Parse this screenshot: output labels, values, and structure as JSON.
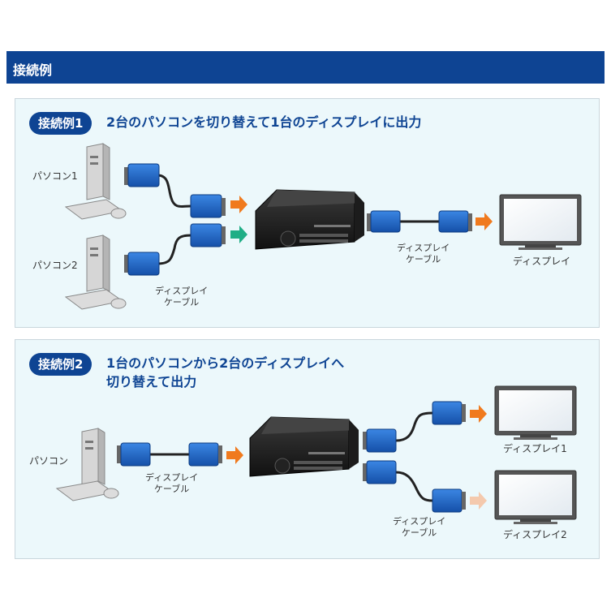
{
  "header": {
    "title": "接続例"
  },
  "example1": {
    "badge": "接続例1",
    "title": "2台のパソコンを切り替えて1台のディスプレイに出力",
    "pc1_label": "パソコン1",
    "pc2_label": "パソコン2",
    "cable_label_line1": "ディスプレイ",
    "cable_label_line2": "ケーブル",
    "cable_label2_line1": "ディスプレイ",
    "cable_label2_line2": "ケーブル",
    "display_label": "ディスプレイ"
  },
  "example2": {
    "badge": "接続例2",
    "title_line1": "1台のパソコンから2台のディスプレイへ",
    "title_line2": "切り替えて出力",
    "pc_label": "パソコン",
    "cable_label_line1": "ディスプレイ",
    "cable_label_line2": "ケーブル",
    "cable_label2_line1": "ディスプレイ",
    "cable_label2_line2": "ケーブル",
    "display1_label": "ディスプレイ1",
    "display2_label": "ディスプレイ2"
  },
  "colors": {
    "header": "#0e4493",
    "panel": "#ecf8fb",
    "connector": "#1a63c6",
    "arrow_orange": "#f07a1e",
    "arrow_green": "#1fae86",
    "arrow_faded": "#f4c9ad"
  }
}
